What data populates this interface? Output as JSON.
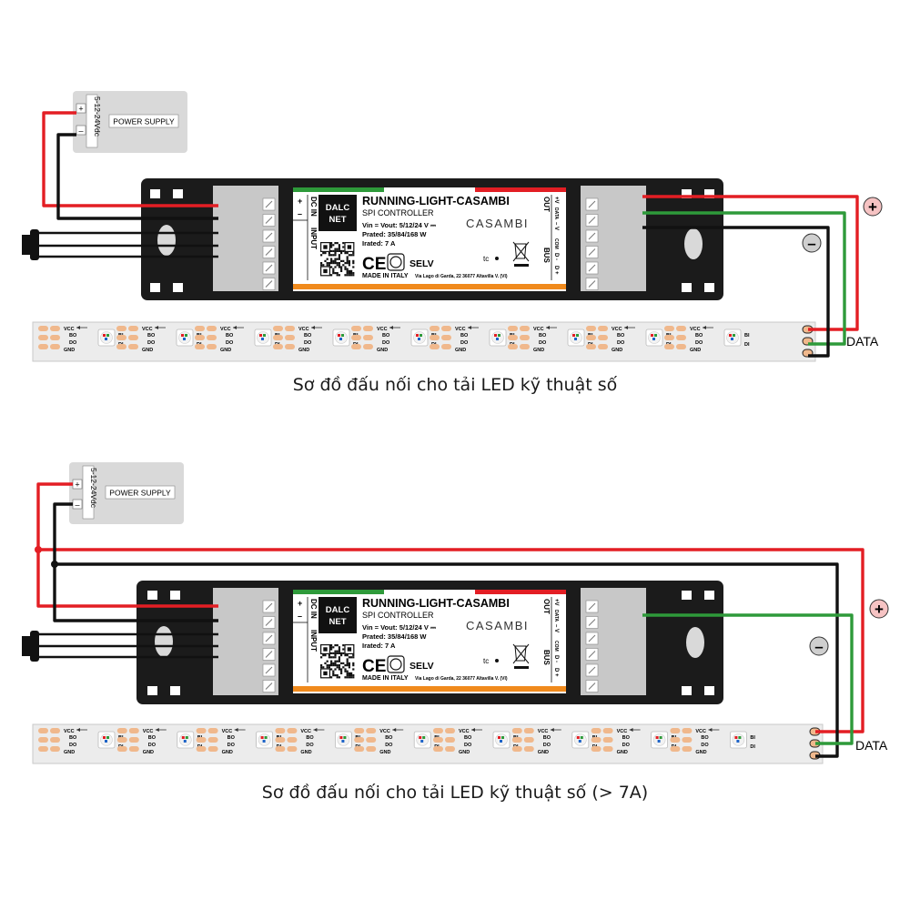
{
  "diagram1": {
    "caption": "Sơ đồ đấu nối cho tải LED kỹ thuật số",
    "power_supply": {
      "label": "POWER SUPPLY",
      "voltage": "5-12-24Vdc",
      "plus": "+",
      "minus": "–"
    },
    "controller": {
      "brand": [
        "DALC",
        "NET"
      ],
      "model": "RUNNING-LIGHT-CASAMBI",
      "subtitle": "SPI CONTROLLER",
      "vin": "Vin = Vout: 5/12/24 V ⎓",
      "prated": "Prated: 35/84/168 W",
      "irated": "Irated: 7 A",
      "casambi": "CASAMBI",
      "ce": "CE",
      "selv": "SELV",
      "tc": "tc",
      "made_in": "MADE IN ITALY",
      "address": "Via Lago di Garda, 22 36077 Altavilla V. (VI)",
      "left_labels": [
        "+",
        "–",
        "DC IN",
        "INPUT"
      ],
      "right_labels": [
        "OUT",
        "+V",
        "DATA",
        "– V",
        "BUS",
        "COM",
        "D -",
        "D +"
      ]
    },
    "plus_symbol": "+",
    "minus_symbol": "–",
    "data_label": "DATA"
  },
  "diagram2": {
    "caption": "Sơ đồ đấu nối cho tải LED kỹ thuật số (> 7A)",
    "power_supply": {
      "label": "POWER SUPPLY",
      "voltage": "5-12-24Vdc",
      "plus": "+",
      "minus": "–"
    },
    "controller": {
      "brand": [
        "DALC",
        "NET"
      ],
      "model": "RUNNING-LIGHT-CASAMBI",
      "subtitle": "SPI CONTROLLER",
      "vin": "Vin = Vout: 5/12/24 V ⎓",
      "prated": "Prated: 35/84/168 W",
      "irated": "Irated: 7 A",
      "casambi": "CASAMBI",
      "ce": "CE",
      "selv": "SELV",
      "tc": "tc",
      "made_in": "MADE IN ITALY",
      "address": "Via Lago di Garda, 22 36077 Altavilla V. (VI)",
      "left_labels": [
        "+",
        "–",
        "DC IN",
        "INPUT"
      ],
      "right_labels": [
        "OUT",
        "+V",
        "DATA",
        "– V",
        "BUS",
        "COM",
        "D -",
        "D +"
      ]
    },
    "plus_symbol": "+",
    "minus_symbol": "–",
    "data_label": "DATA"
  },
  "strip_labels": {
    "vcc": "VCC",
    "bi": "BI",
    "bo": "BO",
    "di": "DI",
    "do": "DO",
    "gnd": "GND"
  },
  "colors": {
    "red": "#e31e24",
    "green": "#2e9a3a",
    "black": "#111111",
    "controller": "#1b1b1b",
    "strip": "#ececec",
    "pad": "#f0b88c"
  }
}
